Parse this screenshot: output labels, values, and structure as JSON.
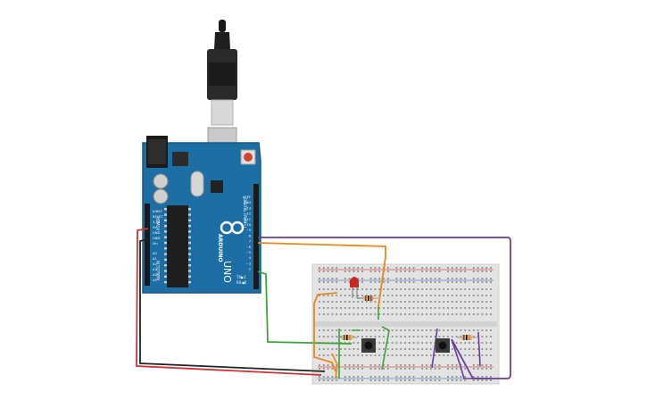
{
  "board": {
    "brand": "ARDUINO",
    "model": "UNO",
    "digital_label": "DIGITAL (PWM~)",
    "power_label": "POWER",
    "analog_label": "ANALOG IN",
    "tx_label": "TX▶1",
    "rx_label": "RX◀0",
    "digital_pins": [
      "AREF",
      "GND",
      "13",
      "12",
      "~11",
      "~10",
      "~9",
      "8",
      "7",
      "~6",
      "~5",
      "4",
      "~3",
      "2"
    ],
    "power_pins": [
      "IOREF",
      "RESET",
      "3.3V",
      "5V",
      "GND",
      "GND",
      "Vin"
    ],
    "analog_pins": [
      "A0",
      "A1",
      "A2",
      "A3",
      "A4",
      "A5"
    ]
  },
  "components": {
    "usb_cable": "usb-b-cable",
    "led": "red-led",
    "resistors": 3,
    "pushbuttons": 2
  },
  "colors": {
    "board": "#1c6ea4",
    "board_dark": "#15598a",
    "breadboard": "#e3e3e3",
    "rail_red": "#d9534f",
    "rail_blue": "#5b7fc4",
    "wire_orange": "#e8891c",
    "wire_green": "#3aa53a",
    "wire_purple": "#6a3d9a",
    "wire_red": "#d32f2f",
    "wire_black": "#222222",
    "led_red": "#c62828"
  }
}
